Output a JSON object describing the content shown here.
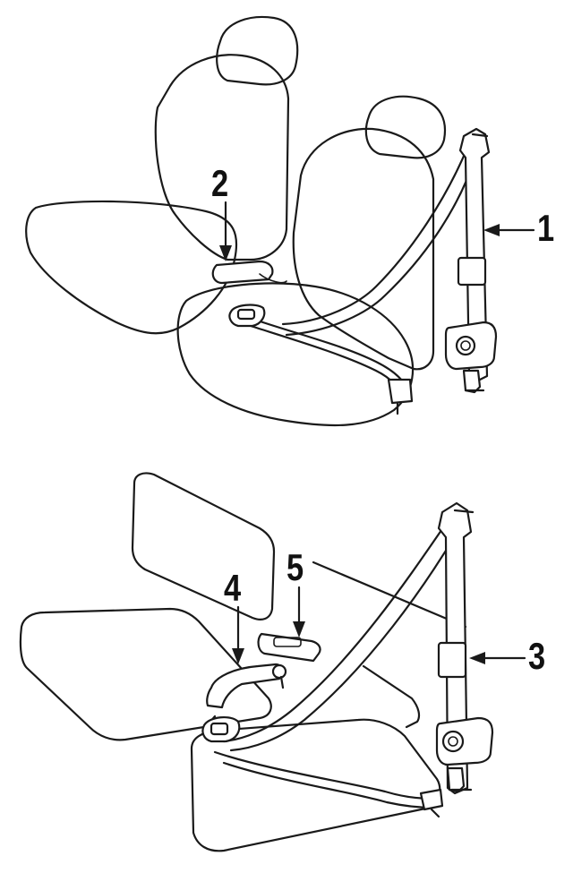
{
  "callouts": {
    "part1": "1",
    "part2": "2",
    "part3": "3",
    "part4": "4",
    "part5": "5"
  }
}
